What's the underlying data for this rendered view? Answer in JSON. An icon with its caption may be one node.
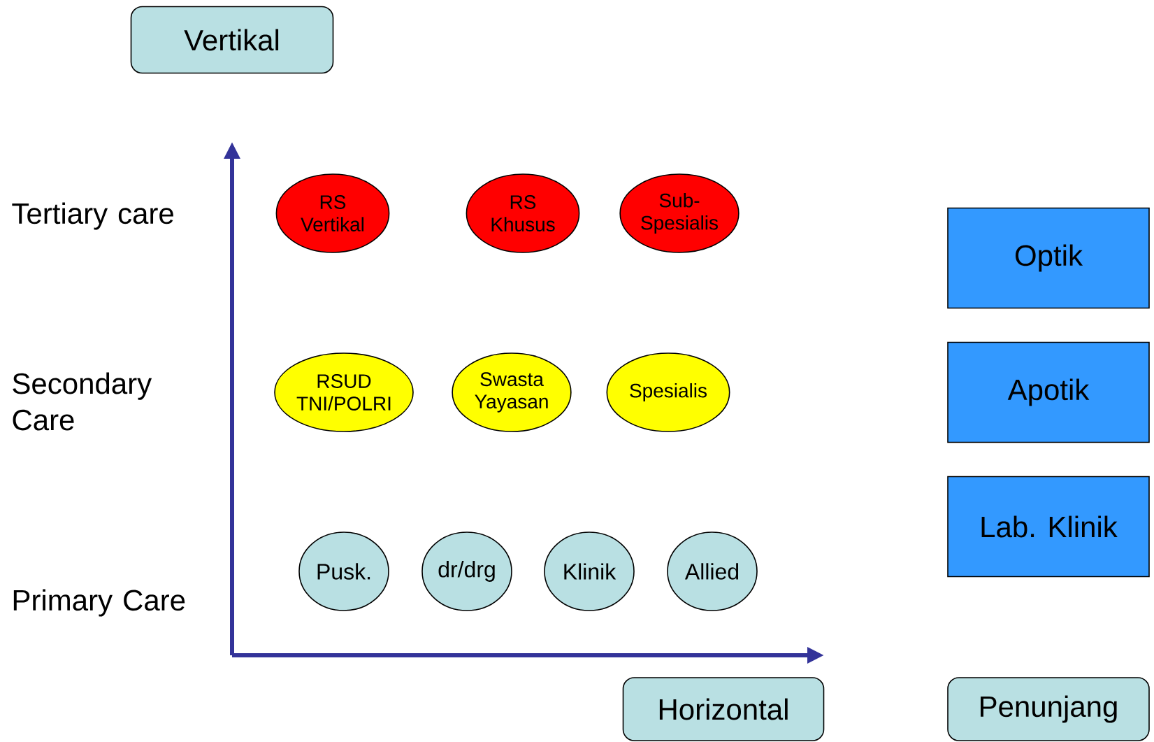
{
  "diagram": {
    "nodes": [
      {
        "text": [
          "Vertikal"
        ]
      },
      {
        "text": [
          "RS Vertikal"
        ]
      },
      {
        "text": [
          "RS Khusus"
        ]
      },
      {
        "text": [
          "Sub- Spesialis"
        ]
      },
      {
        "text": [
          "Optik"
        ]
      },
      {
        "text": [
          "RSUD TNI/POLRI"
        ]
      },
      {
        "text": [
          "Swasta Yayasan"
        ]
      },
      {
        "text": [
          "Spesialis"
        ]
      },
      {
        "text": [
          "Apotik"
        ]
      },
      {
        "text": [
          "Lab. Klinik"
        ]
      },
      {
        "text": [
          "Pusk."
        ]
      },
      {
        "text": [
          "dr/drg"
        ]
      },
      {
        "text": [
          "Klinik"
        ]
      },
      {
        "text": [
          "Allied"
        ]
      },
      {
        "text": [
          "Horizontal"
        ]
      },
      {
        "text": [
          "Penunjang"
        ]
      }
    ],
    "labels": [
      "Tertiary care",
      "Secondary Care",
      "Primary Care"
    ]
  }
}
